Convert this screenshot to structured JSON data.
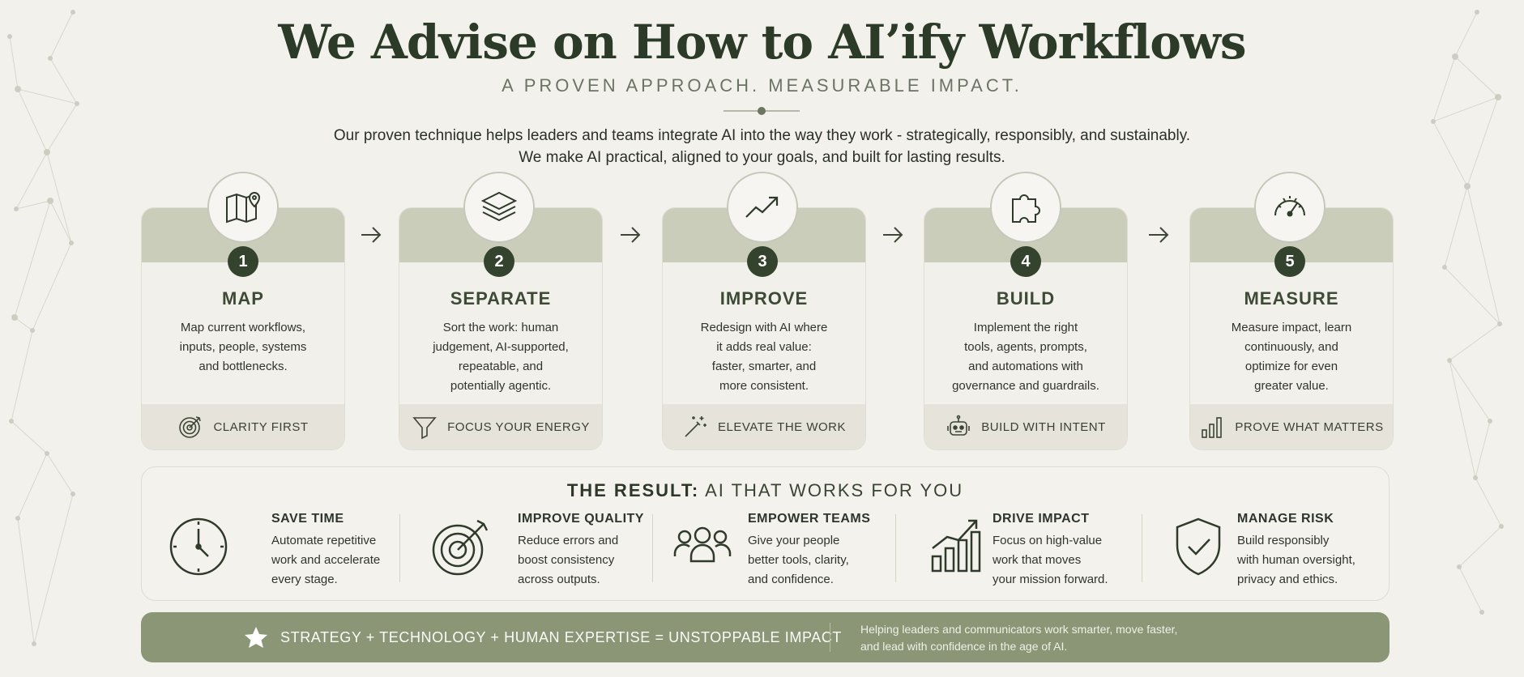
{
  "header": {
    "title": "We Advise on How to AI’ify Workflows",
    "subtitle": "A PROVEN APPROACH. MEASURABLE IMPACT.",
    "intro_line1": "Our proven technique helps leaders and teams integrate AI into the way they work - strategically, responsibly, and sustainably.",
    "intro_line2": "We make AI practical, aligned to your goals, and built for lasting results."
  },
  "colors": {
    "background": "#f3f1ec",
    "accent_dark": "#34432d",
    "card_band": "#cbcdbb",
    "card_footer": "#e6e3da",
    "bar": "#8b9677"
  },
  "steps": [
    {
      "number": "1",
      "title": "MAP",
      "icon": "map-pin-icon",
      "desc": [
        "Map current workflows,",
        "inputs, people, systems",
        "and bottlenecks."
      ],
      "footer": "CLARITY FIRST",
      "footer_icon": "target-icon"
    },
    {
      "number": "2",
      "title": "SEPARATE",
      "icon": "layers-icon",
      "desc": [
        "Sort the work: human",
        "judgement, AI-supported,",
        "repeatable, and",
        "potentially agentic."
      ],
      "footer": "FOCUS YOUR ENERGY",
      "footer_icon": "funnel-icon"
    },
    {
      "number": "3",
      "title": "IMPROVE",
      "icon": "trend-up-icon",
      "desc": [
        "Redesign with AI where",
        "it adds real value:",
        "faster, smarter, and",
        "more consistent."
      ],
      "footer": "ELEVATE THE WORK",
      "footer_icon": "magic-wand-icon"
    },
    {
      "number": "4",
      "title": "BUILD",
      "icon": "puzzle-icon",
      "desc": [
        "Implement the right",
        "tools, agents, prompts,",
        "and automations with",
        "governance and guardrails."
      ],
      "footer": "BUILD WITH INTENT",
      "footer_icon": "robot-icon"
    },
    {
      "number": "5",
      "title": "MEASURE",
      "icon": "gauge-icon",
      "desc": [
        "Measure impact, learn",
        "continuously, and",
        "optimize for even",
        "greater value."
      ],
      "footer": "PROVE WHAT MATTERS",
      "footer_icon": "bar-chart-icon"
    }
  ],
  "result": {
    "title_bold": "THE RESULT:",
    "title_rest": "AI THAT WORKS FOR YOU",
    "items": [
      {
        "title": "SAVE TIME",
        "icon": "clock-icon",
        "desc": [
          "Automate repetitive",
          "work and accelerate",
          "every stage."
        ]
      },
      {
        "title": "IMPROVE QUALITY",
        "icon": "target-icon",
        "desc": [
          "Reduce errors and",
          "boost consistency",
          "across outputs."
        ]
      },
      {
        "title": "EMPOWER TEAMS",
        "icon": "people-icon",
        "desc": [
          "Give your people",
          "better tools, clarity,",
          "and confidence."
        ]
      },
      {
        "title": "DRIVE IMPACT",
        "icon": "growth-chart-icon",
        "desc": [
          "Focus on high-value",
          "work that moves",
          "your mission forward."
        ]
      },
      {
        "title": "MANAGE RISK",
        "icon": "shield-check-icon",
        "desc": [
          "Build responsibly",
          "with human oversight,",
          "privacy and ethics."
        ]
      }
    ]
  },
  "bar": {
    "icon": "star-icon",
    "main": "STRATEGY + TECHNOLOGY + HUMAN EXPERTISE = UNSTOPPABLE IMPACT",
    "tagline_line1": "Helping leaders and communicators work smarter, move faster,",
    "tagline_line2": "and lead with confidence in the age of AI."
  }
}
